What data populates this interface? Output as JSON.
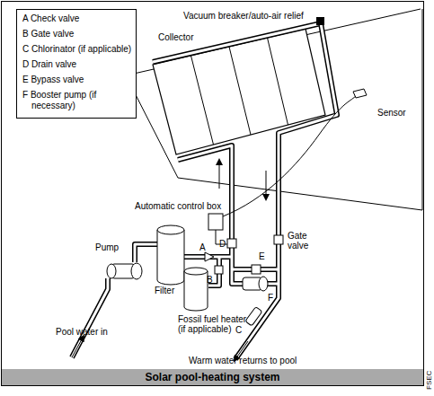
{
  "diagram": {
    "caption": "Solar pool-heating system",
    "nodes": [
      {
        "text": [
          "A Check valve",
          "B Gate valve",
          "C Chlorinator (if applicable)",
          "D Drain valve",
          "E Bypass valve",
          "F Booster pump (if necessary)"
        ]
      }
    ],
    "labels": [
      "Collector",
      "Vacuum breaker/auto-air relief",
      "Sensor",
      "Automatic control box",
      "Pump",
      "Filter",
      "Fossil fuel heater (if applicable)",
      "Pool water in",
      "Warm water returns to pool",
      "Gate valve",
      "A",
      "B",
      "C",
      "D",
      "E",
      "F",
      "FSEC"
    ]
  }
}
